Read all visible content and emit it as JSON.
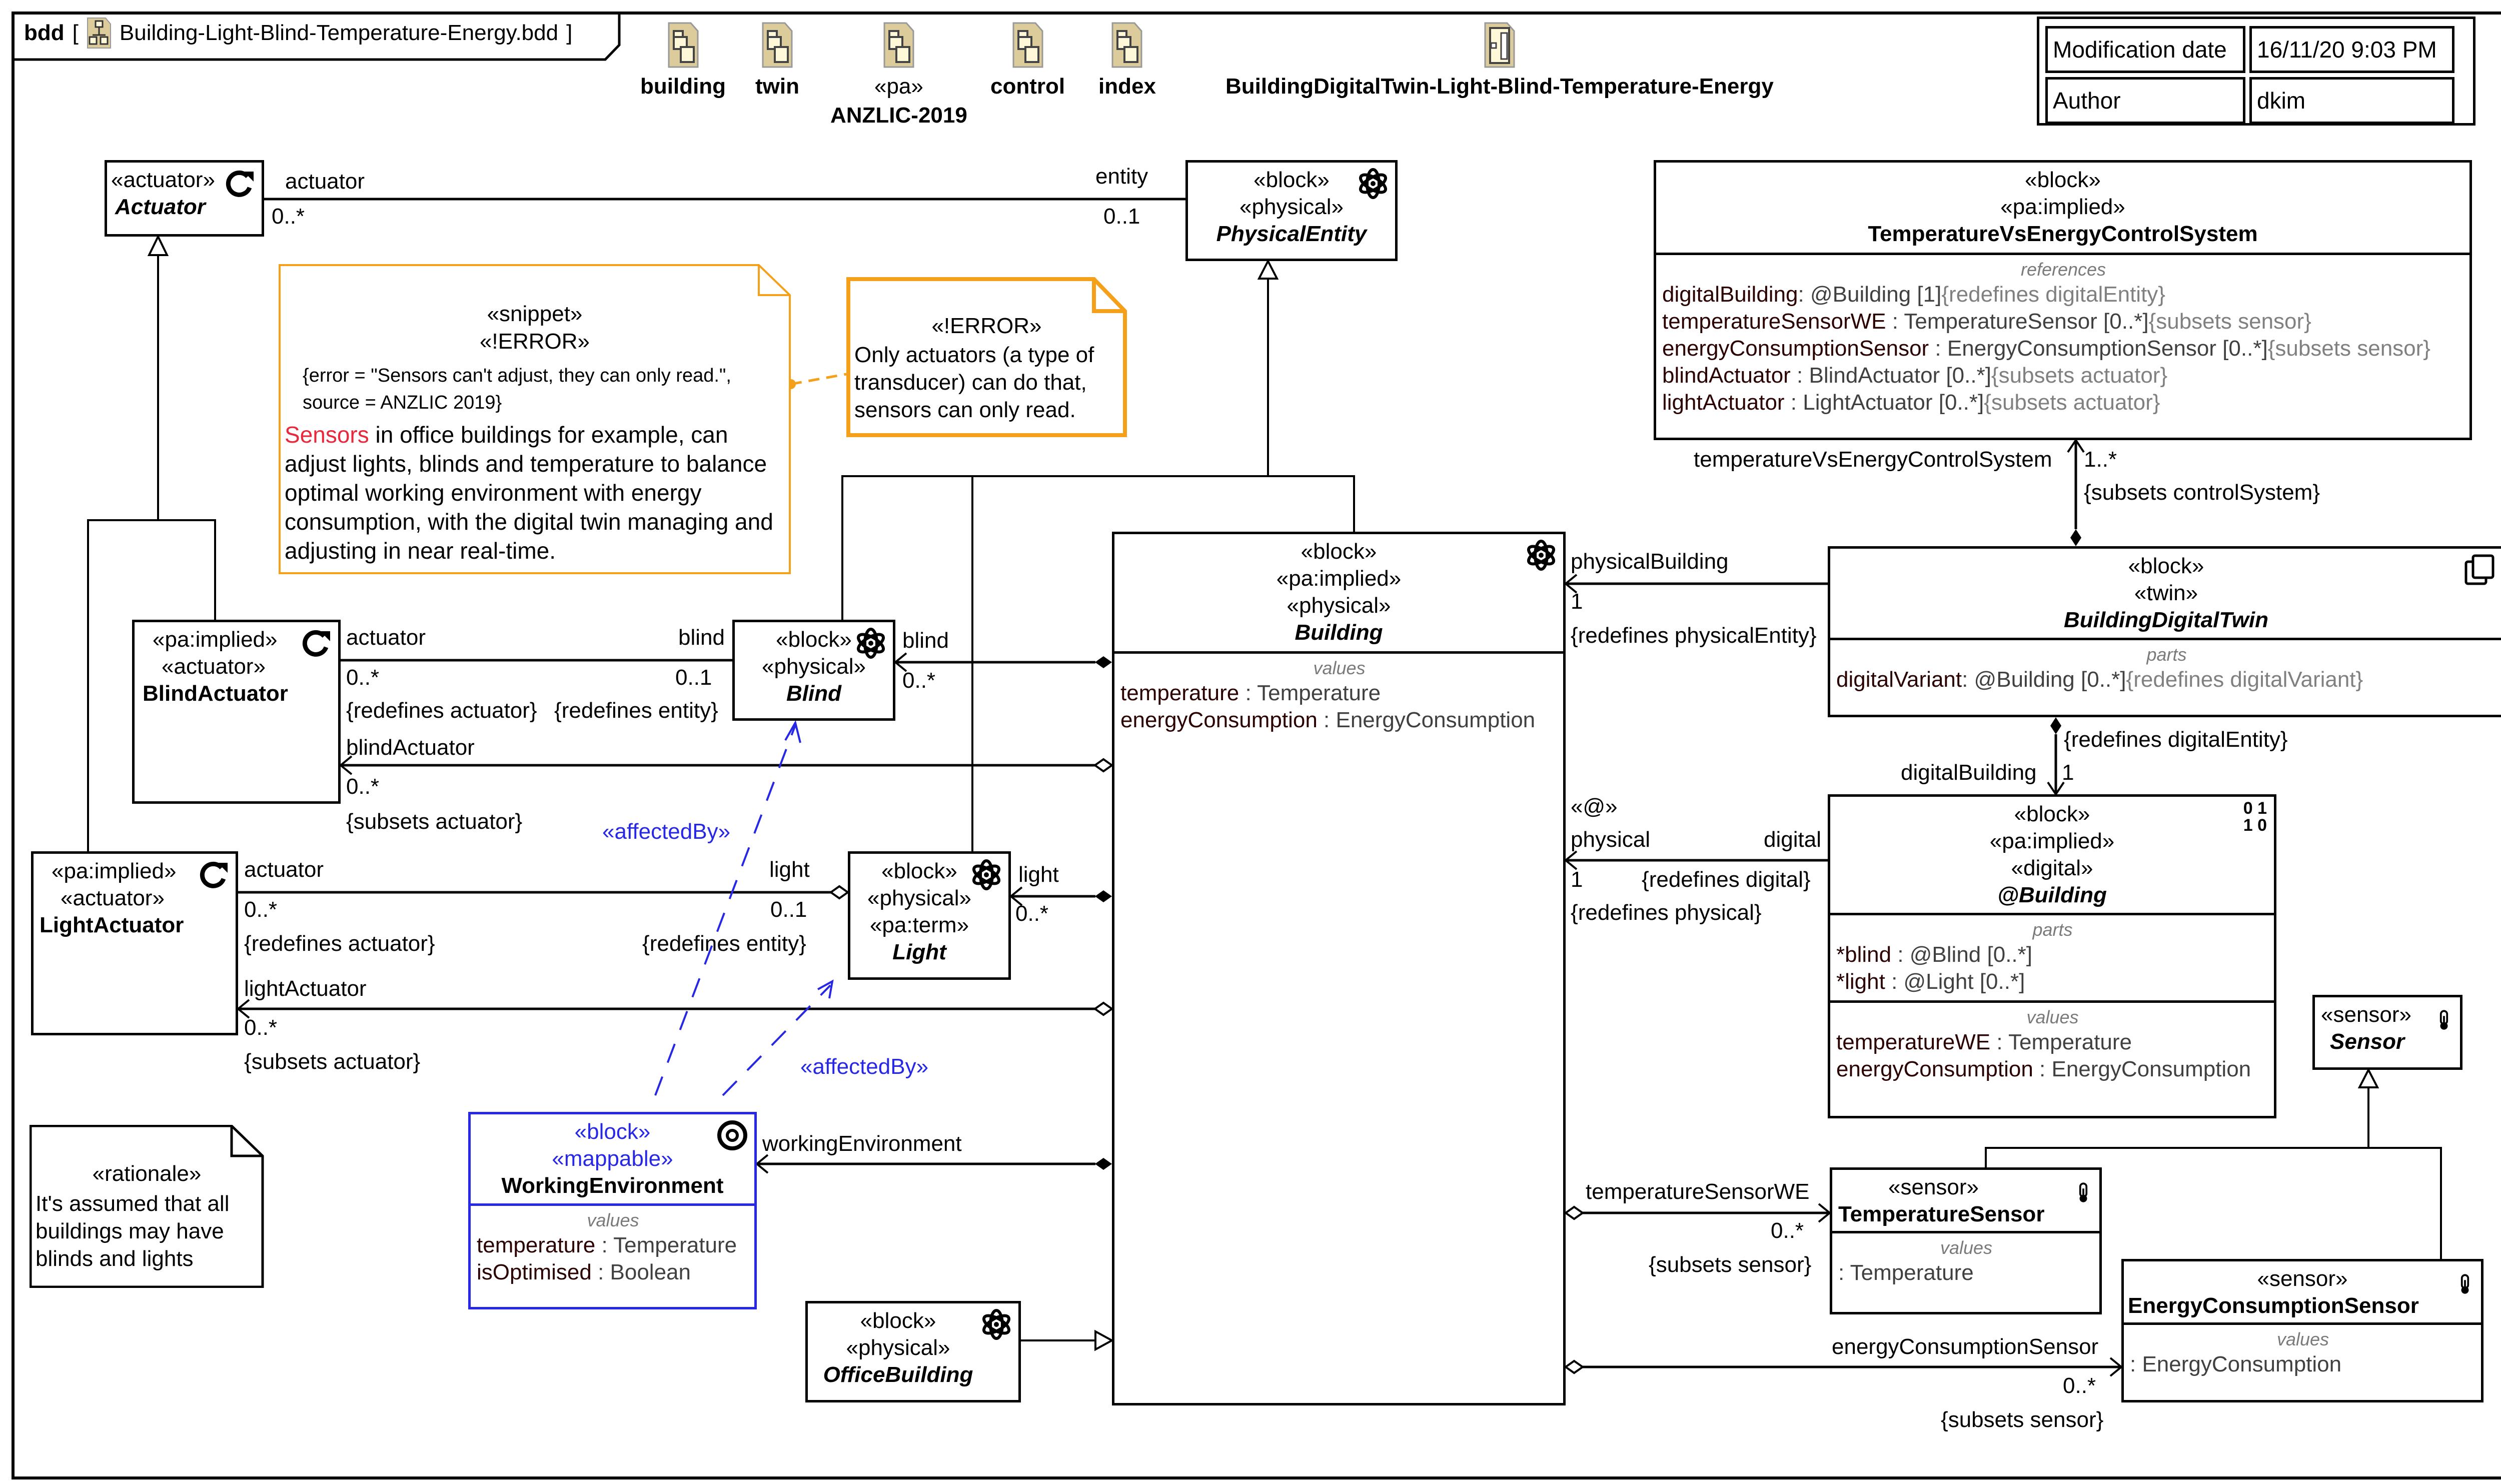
{
  "header": {
    "kind": "bdd",
    "diagram_name": "Building-Light-Blind-Temperature-Energy.bdd"
  },
  "packages": [
    {
      "label": "building",
      "stereotype": ""
    },
    {
      "label": "twin",
      "stereotype": ""
    },
    {
      "label": "ANZLIC-2019",
      "stereotype": "«pa»"
    },
    {
      "label": "control",
      "stereotype": ""
    },
    {
      "label": "index",
      "stereotype": ""
    },
    {
      "label": "BuildingDigitalTwin-Light-Blind-Temperature-Energy",
      "stereotype": ""
    }
  ],
  "modification": {
    "date_label": "Modification date",
    "date_value": "16/11/20 9:03 PM",
    "author_label": "Author",
    "author_value": "dkim"
  },
  "blocks": {
    "actuator": {
      "stereotypes": [
        "«actuator»"
      ],
      "name": "Actuator",
      "icon": "actuator-refresh-icon"
    },
    "physical_entity": {
      "stereotypes": [
        "«block»",
        "«physical»"
      ],
      "name": "PhysicalEntity",
      "icon": "atom-icon"
    },
    "tvecs": {
      "stereotypes": [
        "«block»",
        "«pa:implied»"
      ],
      "name": "TemperatureVsEnergyControlSystem",
      "compartment_title": "references",
      "props": [
        {
          "name": "digitalBuilding",
          "type": ": @Building [1]",
          "constraint": "{redefines digitalEntity}"
        },
        {
          "name": "temperatureSensorWE",
          "type": " : TemperatureSensor [0..*]",
          "constraint": "{subsets sensor}"
        },
        {
          "name": "energyConsumptionSensor",
          "type": " : EnergyConsumptionSensor [0..*]",
          "constraint": "{subsets sensor}"
        },
        {
          "name": "blindActuator",
          "type": " : BlindActuator [0..*]",
          "constraint": "{subsets actuator}"
        },
        {
          "name": "lightActuator",
          "type": " : LightActuator [0..*]",
          "constraint": "{subsets actuator}"
        }
      ]
    },
    "blind_actuator": {
      "stereotypes": [
        "«pa:implied»",
        "«actuator»"
      ],
      "name": "BlindActuator",
      "icon": "actuator-refresh-icon"
    },
    "blind": {
      "stereotypes": [
        "«block»",
        "«physical»"
      ],
      "name": "Blind",
      "icon": "atom-icon"
    },
    "building": {
      "stereotypes": [
        "«block»",
        "«pa:implied»",
        "«physical»"
      ],
      "name": "Building",
      "icon": "atom-icon",
      "compartment_title": "values",
      "props": [
        {
          "name": "temperature",
          "type": " : Temperature"
        },
        {
          "name": "energyConsumption",
          "type": " : EnergyConsumption"
        }
      ]
    },
    "twin": {
      "stereotypes": [
        "«block»",
        "«twin»"
      ],
      "name": "BuildingDigitalTwin",
      "icon": "twin-icon",
      "compartment_title": "parts",
      "props": [
        {
          "name": "digitalVariant",
          "type": ": @Building [0..*]",
          "constraint": "{redefines digitalVariant}"
        }
      ]
    },
    "light_actuator": {
      "stereotypes": [
        "«pa:implied»",
        "«actuator»"
      ],
      "name": "LightActuator",
      "icon": "actuator-refresh-icon"
    },
    "light": {
      "stereotypes": [
        "«block»",
        "«physical»",
        "«pa:term»"
      ],
      "name": "Light",
      "icon": "atom-icon"
    },
    "digital_building": {
      "stereotypes": [
        "«block»",
        "«pa:implied»",
        "«digital»"
      ],
      "name": "@Building",
      "icon": "binary-digital-icon",
      "icon_text": [
        "0 1",
        "1 0"
      ],
      "parts_title": "parts",
      "parts": [
        {
          "name": "*blind",
          "type": " : @Blind [0..*]"
        },
        {
          "name": "*light",
          "type": " : @Light [0..*]"
        }
      ],
      "values_title": "values",
      "values": [
        {
          "name": "temperatureWE",
          "type": " : Temperature"
        },
        {
          "name": "energyConsumption",
          "type": " : EnergyConsumption"
        }
      ]
    },
    "sensor": {
      "stereotypes": [
        "«sensor»"
      ],
      "name": "Sensor",
      "icon": "thermometer-icon"
    },
    "working_env": {
      "stereotypes": [
        "«block»",
        "«mappable»"
      ],
      "name": "WorkingEnvironment",
      "icon": "target-icon",
      "compartment_title": "values",
      "props": [
        {
          "name": "temperature",
          "type": " : Temperature"
        },
        {
          "name": "isOptimised",
          "type": " : Boolean"
        }
      ]
    },
    "temperature_sensor": {
      "stereotypes": [
        "«sensor»"
      ],
      "name": "TemperatureSensor",
      "icon": "thermometer-icon",
      "compartment_title": "values",
      "props": [
        {
          "name": "",
          "type": ": Temperature"
        }
      ]
    },
    "energy_sensor": {
      "stereotypes": [
        "«sensor»"
      ],
      "name": "EnergyConsumptionSensor",
      "icon": "thermometer-icon",
      "compartment_title": "values",
      "props": [
        {
          "name": "",
          "type": ": EnergyConsumption"
        }
      ]
    },
    "office_building": {
      "stereotypes": [
        "«block»",
        "«physical»"
      ],
      "name": "OfficeBuilding",
      "icon": "atom-icon"
    }
  },
  "notes": {
    "snippet": {
      "stereotypes": [
        "«snippet»",
        "«!ERROR»"
      ],
      "tag_line1": "{error = \"Sensors can't adjust, they can only read.\",",
      "tag_line2": "source = ANZLIC 2019}",
      "highlight": "Sensors",
      "body": " in office buildings for example, can adjust lights, blinds and temperature to balance optimal working environment with energy consumption, with the digital twin managing and adjusting in near real-time."
    },
    "error": {
      "stereotype": "«!ERROR»",
      "body": "Only actuators (a type of transducer) can do that, sensors can only read."
    },
    "rationale": {
      "stereotype": "«rationale»",
      "body": "It's assumed that all buildings may have blinds and lights"
    }
  },
  "edge_labels": {
    "actuator_entity": {
      "role_a": "actuator",
      "mult_a": "0..*",
      "role_b": "entity",
      "mult_b": "0..1"
    },
    "blindact_blind": {
      "role_a": "actuator",
      "mult_a": "0..*",
      "cons_a": "{redefines actuator}",
      "role_b": "blind",
      "mult_b": "0..1",
      "cons_b": "{redefines entity}"
    },
    "building_blind": {
      "role": "blind",
      "mult": "0..*"
    },
    "building_blindact": {
      "role": "blindActuator",
      "mult": "0..*",
      "cons": "{subsets actuator}"
    },
    "lightact_light": {
      "role_a": "actuator",
      "mult_a": "0..*",
      "cons_a": "{redefines actuator}",
      "role_b": "light",
      "mult_b": "0..1",
      "cons_b": "{redefines entity}"
    },
    "building_light": {
      "role": "light",
      "mult": "0..*"
    },
    "building_lightact": {
      "role": "lightActuator",
      "mult": "0..*",
      "cons": "{subsets actuator}"
    },
    "affected_by_1": "«affectedBy»",
    "affected_by_2": "«affectedBy»",
    "working_env": "workingEnvironment",
    "twin_physical": {
      "role": "physicalBuilding",
      "mult": "1",
      "cons": "{redefines physicalEntity}"
    },
    "tvecs_twin": {
      "role": "temperatureVsEnergyControlSystem",
      "mult": "1..*",
      "cons": "{subsets controlSystem}"
    },
    "twin_digital": {
      "cons": "{redefines digitalEntity}",
      "role": "digitalBuilding",
      "mult": "1"
    },
    "at_link": {
      "stereotype": "«@»",
      "role_a": "physical",
      "mult_a": "1",
      "cons_a": "{redefines physical}",
      "role_b": "digital",
      "cons_b": "{redefines digital}"
    },
    "temp_sensor": {
      "role": "temperatureSensorWE",
      "mult": "0..*",
      "cons": "{subsets sensor}"
    },
    "energy_sensor": {
      "role": "energyConsumptionSensor",
      "mult": "0..*",
      "cons": "{subsets sensor}"
    }
  },
  "colors": {
    "note_border": "#f5a01a",
    "error_text": "#e8283c",
    "mappable_blue": "#2727e6",
    "package_fill": "#dccb9b"
  }
}
